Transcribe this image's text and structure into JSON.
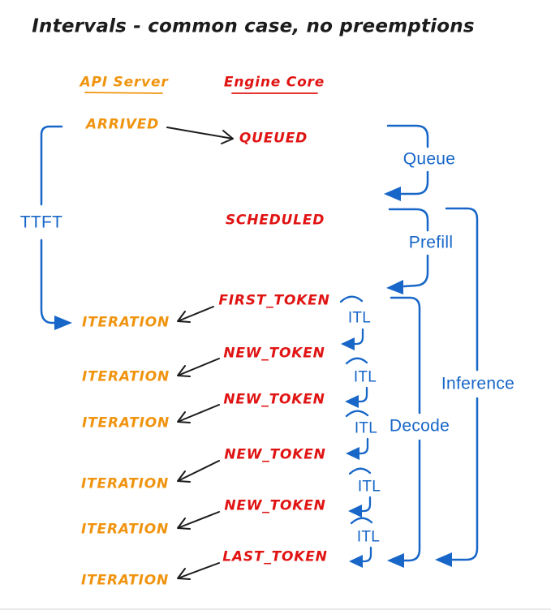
{
  "title": "Intervals - common case, no preemptions",
  "columns": {
    "api_server": "API Server",
    "engine_core": "Engine Core"
  },
  "api_events": {
    "arrived": "ARRIVED",
    "iterations": [
      "ITERATION",
      "ITERATION",
      "ITERATION",
      "ITERATION",
      "ITERATION",
      "ITERATION"
    ]
  },
  "engine_events": {
    "queued": "QUEUED",
    "scheduled": "SCHEDULED",
    "first_token": "FIRST_TOKEN",
    "new_tokens": [
      "NEW_TOKEN",
      "NEW_TOKEN",
      "NEW_TOKEN",
      "NEW_TOKEN"
    ],
    "last_token": "LAST_TOKEN"
  },
  "intervals": {
    "ttft": "TTFT",
    "queue": "Queue",
    "prefill": "Prefill",
    "decode": "Decode",
    "inference": "Inference",
    "itl": [
      "ITL",
      "ITL",
      "ITL",
      "ITL",
      "ITL"
    ]
  },
  "colors": {
    "api_server_orange": "#f0940f",
    "engine_core_red": "#e11414",
    "interval_blue": "#1766c8",
    "ink_black": "#1c1c1c",
    "background": "#ffffff"
  }
}
